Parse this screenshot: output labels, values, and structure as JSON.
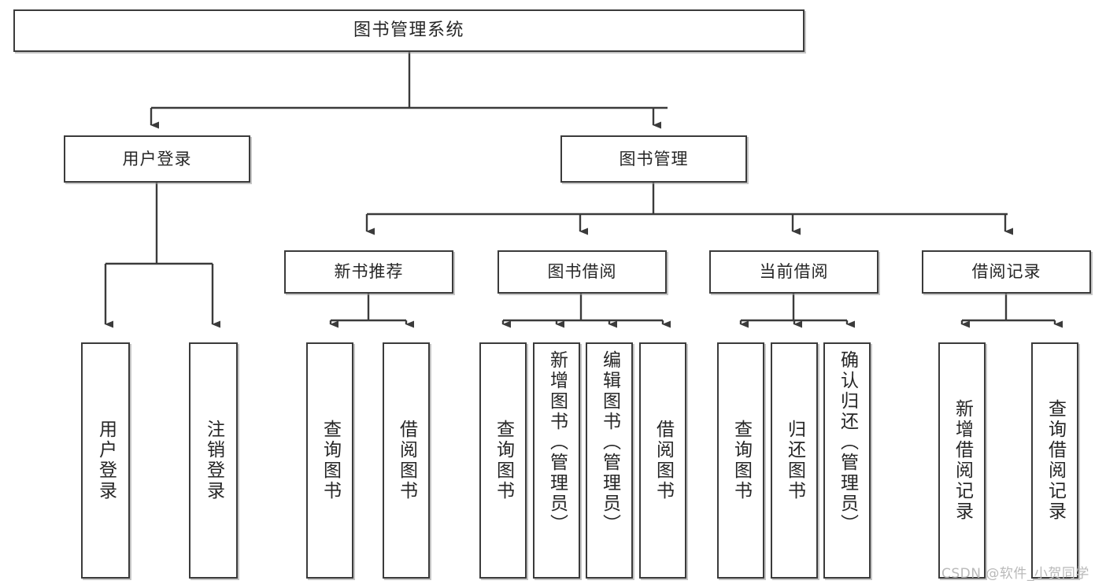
{
  "diagram": {
    "title": "图书管理系统",
    "type": "tree-hierarchy",
    "watermark": "CSDN @软件_小贺同学",
    "colors": {
      "stroke": "#3b3b3b",
      "fill": "#ffffff",
      "text": "#262626",
      "watermark": "#b9b9b9"
    },
    "root": {
      "label": "图书管理系统"
    },
    "level2": [
      {
        "label": "用户登录"
      },
      {
        "label": "图书管理"
      }
    ],
    "level3": [
      {
        "label": "新书推荐"
      },
      {
        "label": "图书借阅"
      },
      {
        "label": "当前借阅"
      },
      {
        "label": "借阅记录"
      }
    ],
    "leaves": {
      "user_login": [
        {
          "label": "用户登录"
        },
        {
          "label": "注销登录"
        }
      ],
      "new_book_recommend": [
        {
          "label": "查询图书"
        },
        {
          "label": "借阅图书"
        }
      ],
      "book_borrow": [
        {
          "label": "查询图书"
        },
        {
          "label": "新增图书（管理员）"
        },
        {
          "label": "编辑图书（管理员）"
        },
        {
          "label": "借阅图书"
        }
      ],
      "current_borrow": [
        {
          "label": "查询图书"
        },
        {
          "label": "归还图书"
        },
        {
          "label": "确认归还（管理员）"
        }
      ],
      "borrow_record": [
        {
          "label": "新增借阅记录"
        },
        {
          "label": "查询借阅记录"
        }
      ]
    }
  }
}
